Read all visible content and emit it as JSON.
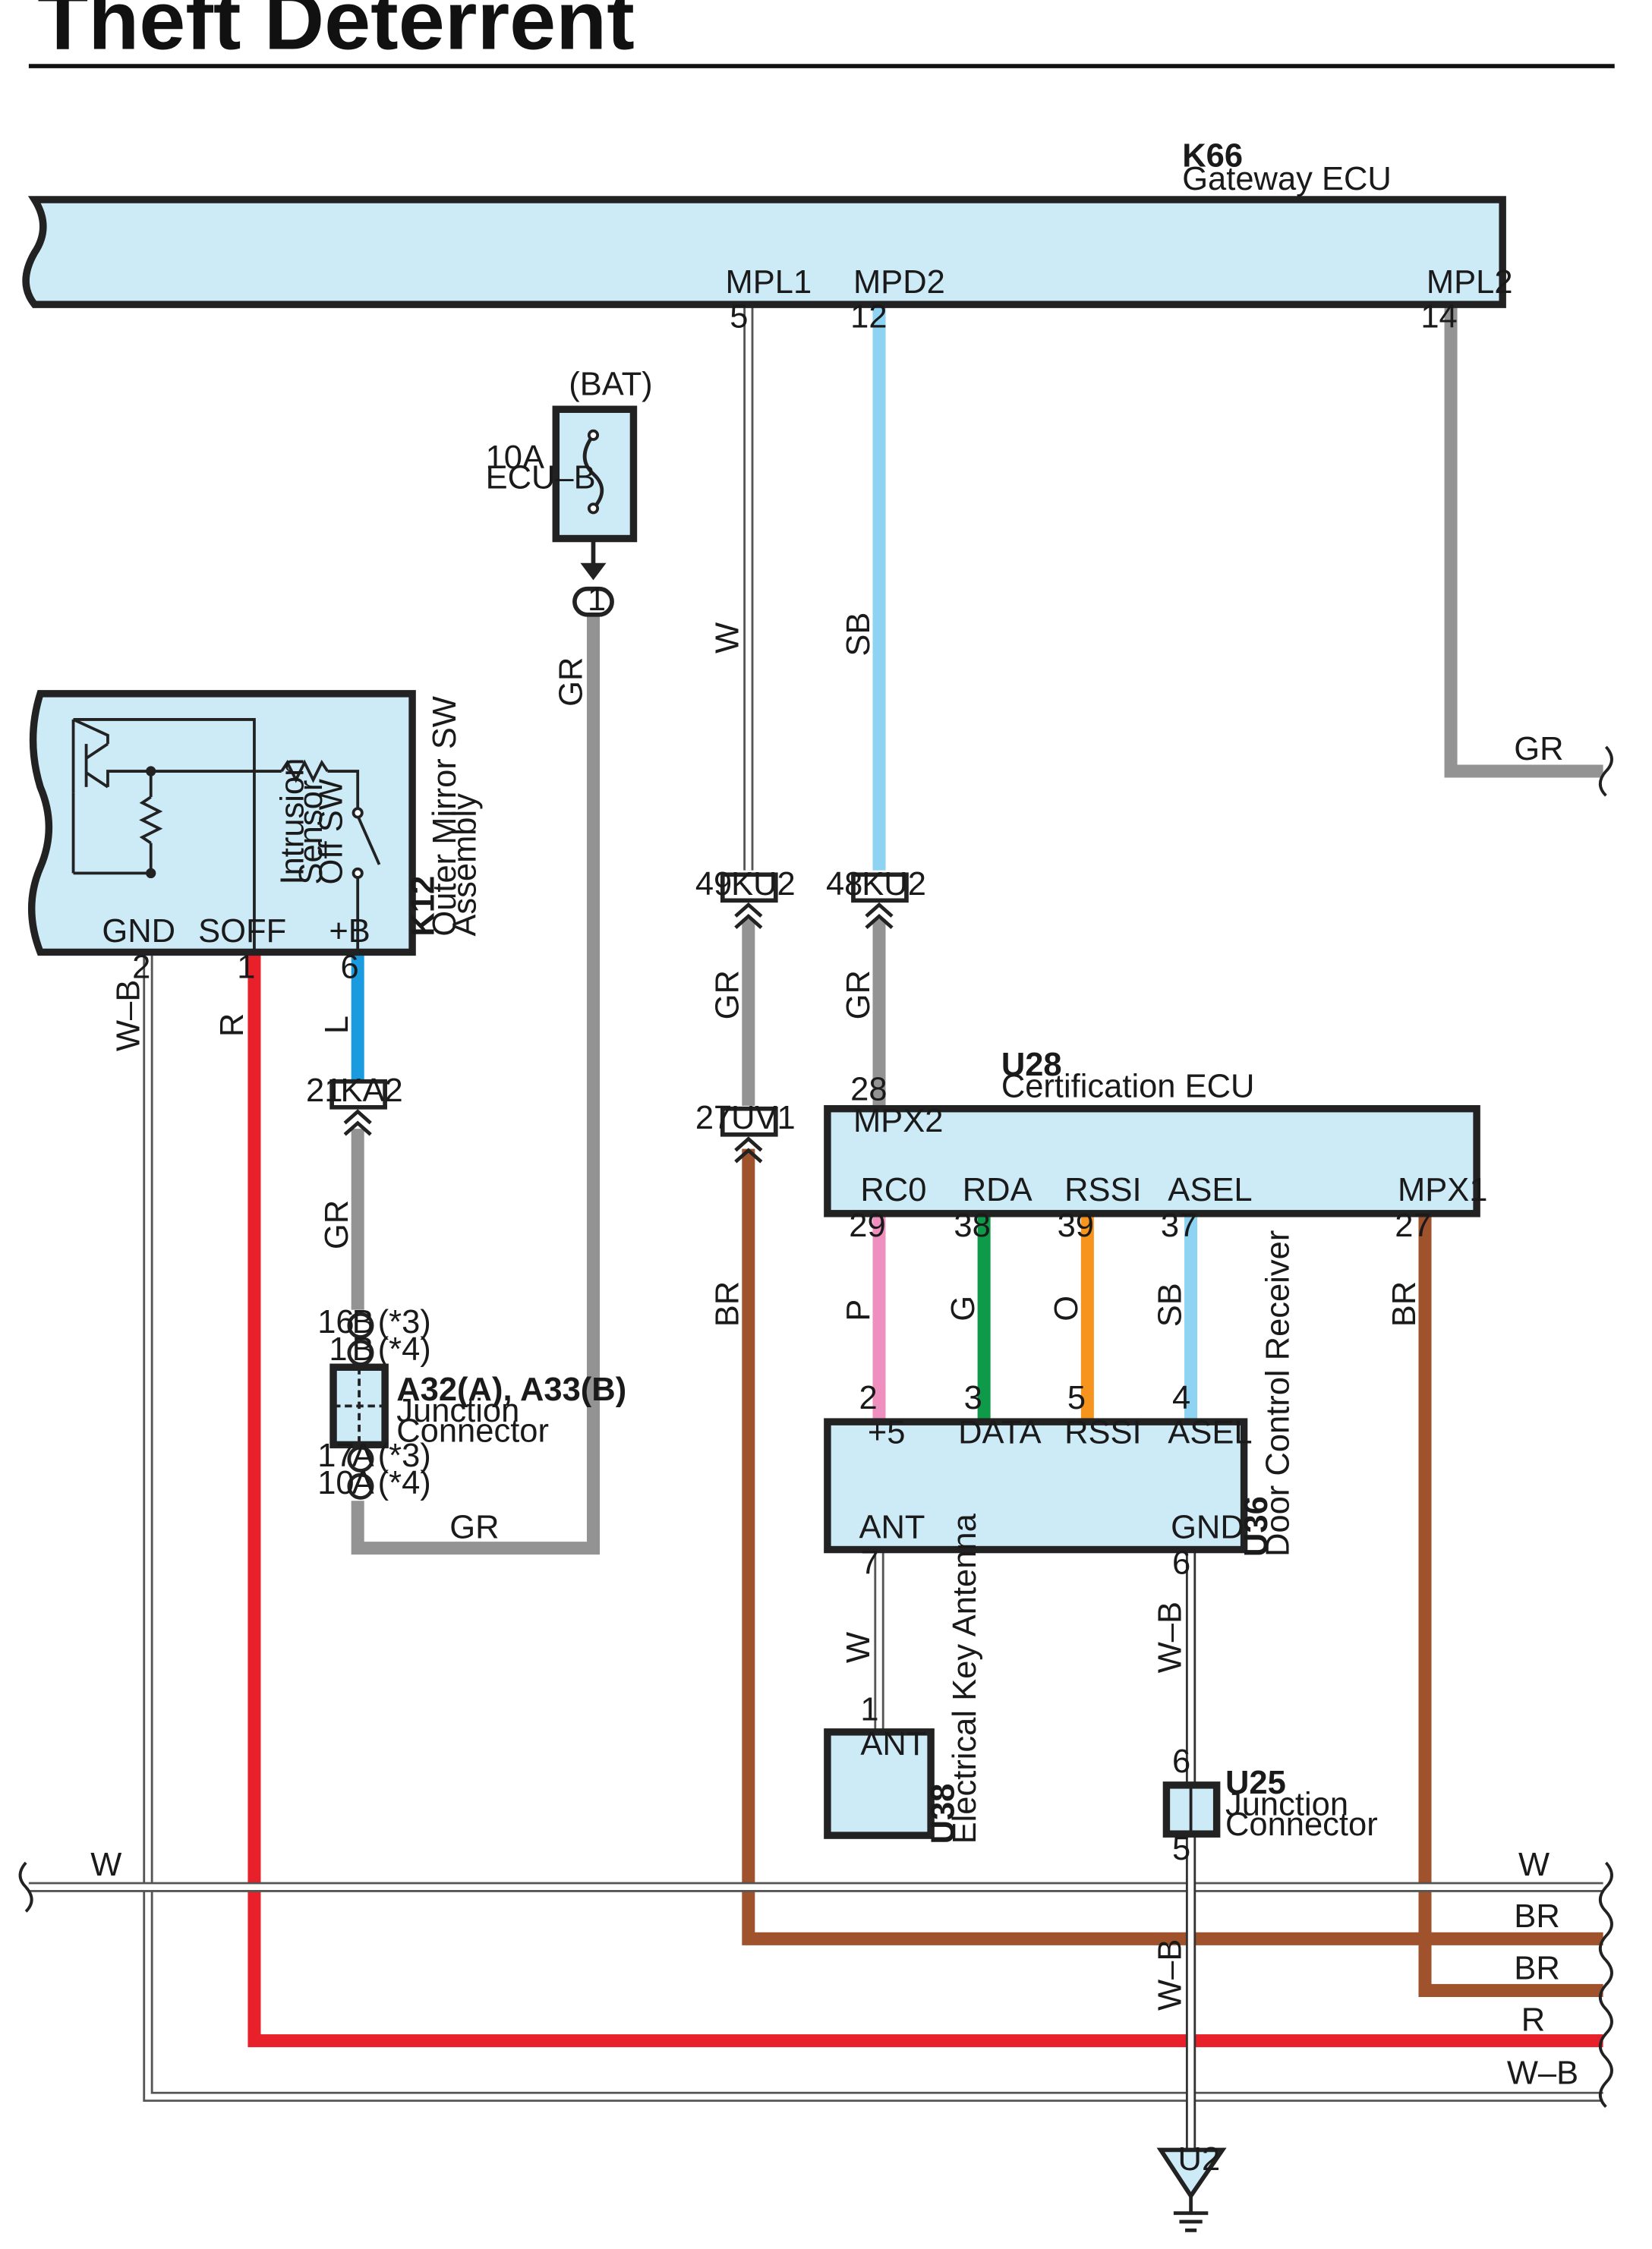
{
  "title": "Theft Deterrent",
  "colors": {
    "component_fill": "#cdeaf7",
    "wire_W": "#ffffff",
    "wire_SB": "#8fd3f2",
    "wire_GR": "#939393",
    "wire_R": "#e8202a",
    "wire_BR": "#a0522d",
    "wire_L": "#1a9be0",
    "wire_P": "#ee8fc0",
    "wire_G": "#0e9a48",
    "wire_O": "#f7941d",
    "wire_WB": "#ffffff"
  },
  "components": {
    "gateway": {
      "code": "K66",
      "name": "Gateway ECU",
      "pin_mpl1": "MPL1",
      "pin_mpd2": "MPD2",
      "pin_mpl2": "MPL2",
      "num_mpl1": "5",
      "num_mpd2": "12",
      "num_mpl2": "14"
    },
    "fuse": {
      "source": "(BAT)",
      "rating": "10A",
      "name": "ECU–B",
      "terminal": "1"
    },
    "mirror": {
      "code": "K12",
      "name_line1": "Outer Mirror SW",
      "name_line2": "Assembly",
      "switch_line1": "Intrusion",
      "switch_line2": "Sensor",
      "switch_line3": "Off SW",
      "pin_gnd": "GND",
      "pin_soff": "SOFF",
      "pin_b": "+B",
      "num_gnd": "2",
      "num_soff": "1",
      "num_b": "6"
    },
    "cert_ecu": {
      "code": "U28",
      "name": "Certification ECU",
      "pin_mpx2": "MPX2",
      "pin_rc0": "RC0",
      "pin_rda": "RDA",
      "pin_rssi": "RSSI",
      "pin_asel": "ASEL",
      "pin_mpx1": "MPX1",
      "num_mpx2": "28",
      "num_rc0": "29",
      "num_rda": "38",
      "num_rssi": "39",
      "num_asel": "37",
      "num_mpx1": "27"
    },
    "door_rx": {
      "code": "U36",
      "name": "Door Control Receiver",
      "pin_5v": "+5",
      "pin_data": "DATA",
      "pin_rssi": "RSSI",
      "pin_asel": "ASEL",
      "pin_ant": "ANT",
      "pin_gnd": "GND",
      "num_5v": "2",
      "num_data": "3",
      "num_rssi": "5",
      "num_asel": "4",
      "num_ant": "7",
      "num_gnd": "6"
    },
    "antenna": {
      "code": "U38",
      "name": "Electrical Key Antenna",
      "pin": "ANT",
      "num": "1"
    },
    "jc_u25": {
      "code": "U25",
      "name_line1": "Junction",
      "name_line2": "Connector",
      "num_top": "6",
      "num_bottom": "5"
    },
    "jc_a32": {
      "code": "A32(A), A33(B)",
      "name_line1": "Junction",
      "name_line2": "Connector",
      "pin16": "16",
      "pin1": "1",
      "pin17": "17",
      "pin10": "10",
      "letter_b": "B",
      "letter_a": "A",
      "note3": "(*3)",
      "note4": "(*4)"
    },
    "ground": {
      "code": "U2"
    }
  },
  "connectors": {
    "ku2_49": {
      "num": "49",
      "label": "KU2"
    },
    "ku2_48": {
      "num": "48",
      "label": "KU2"
    },
    "uv1": {
      "num": "27",
      "label": "UV1"
    },
    "ka2": {
      "num": "21",
      "label": "KA2"
    }
  },
  "wire_labels": {
    "w_mpl1": "W",
    "sb_mpd2": "SB",
    "gr_mpl2": "GR",
    "gr_fuse": "GR",
    "gr_ku2_49": "GR",
    "gr_ku2_48": "GR",
    "l_b": "L",
    "gr_ka2": "GR",
    "gr_bottom": "GR",
    "wb_gnd": "W–B",
    "r_soff": "R",
    "br_uv1": "BR",
    "p": "P",
    "g": "G",
    "o": "O",
    "sb_asel": "SB",
    "br_mpx1": "BR",
    "w_ant": "W",
    "wb_rx": "W–B",
    "wb_u25": "W–B",
    "bus_w_left": "W",
    "bus_w_right": "W",
    "bus_br1": "BR",
    "bus_br2": "BR",
    "bus_r": "R",
    "bus_wb": "W–B"
  }
}
